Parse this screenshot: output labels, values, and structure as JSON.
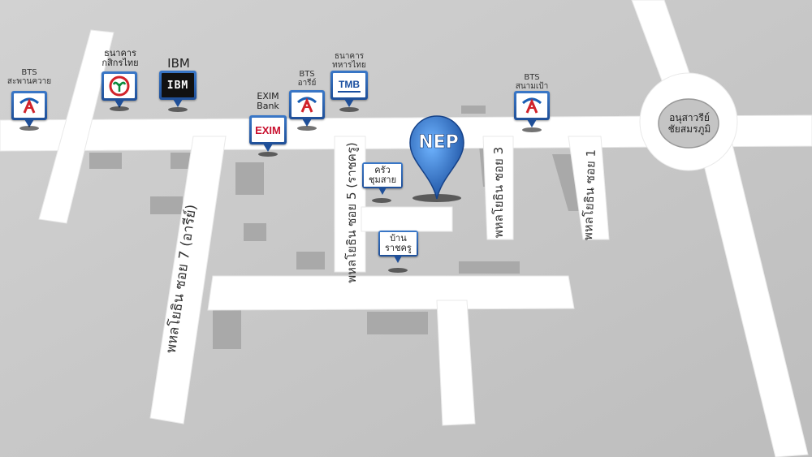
{
  "landmarks": {
    "bts_saphan_khwai": "BTS\nสะพานควาย",
    "kasikorn": "ธนาคาร\nกสิกรไทย",
    "ibm": "IBM",
    "ibm_logo": "IBM",
    "exim": "EXIM\nBank",
    "exim_logo": "EXIM",
    "bts_ari": "BTS\nอารีย์",
    "tmb": "ธนาคาร\nทหารไทย",
    "tmb_logo": "TMB",
    "bts_sanam_pao": "BTS\nสนามเป้า",
    "khrua_chumsai": "ครัว\nชุมสาย",
    "ban_ratchakru": "บ้าน\nราชครู",
    "victory_monument": "อนุสาวรีย์\nชัยสมรภูมิ",
    "nep_logo": "NEP"
  },
  "streets": {
    "soi7": "พหลโยธิน ซอย 7 (อารีย์)",
    "soi5": "พหลโยธิน ซอย 5 (ราชครู)",
    "soi3": "พหลโยธิน ซอย 3",
    "soi1": "พหลโยธิน ซอย 1"
  },
  "colors": {
    "road": "#ffffff",
    "ground": "#c8c8c8",
    "block": "#a9a9a9",
    "pin_blue": "#2a62b0"
  }
}
